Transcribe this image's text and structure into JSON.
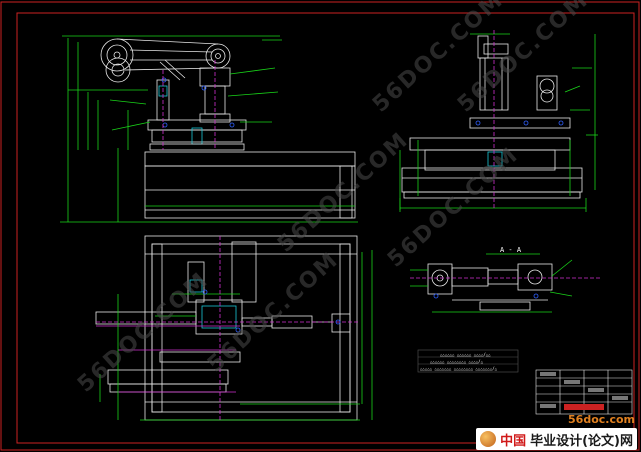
{
  "drawing": {
    "background": "#000000",
    "border_color": "#cc2222",
    "section_label": "A - A",
    "watermark_text": "56DOC.COM",
    "tech_notes": [
      "△△△△△△ △△△△△△ △△△△/△△",
      "△△△△△△ △△△△△△△△ △△△△/△",
      "△△△△△ △△△△△△△ △△△△△△△△ △△△△△△△/△"
    ]
  },
  "brand": {
    "site": "56doc.com",
    "cn_prefix": "中国",
    "cn_main": "毕业设计(论文)网"
  },
  "colors": {
    "line_white": "#e8e8e8",
    "line_green": "#19d419",
    "line_cyan": "#18c8d8",
    "line_blue": "#3060ff",
    "line_magenta": "#d030d0",
    "line_yellow": "#d8d020",
    "line_red": "#d02020"
  }
}
